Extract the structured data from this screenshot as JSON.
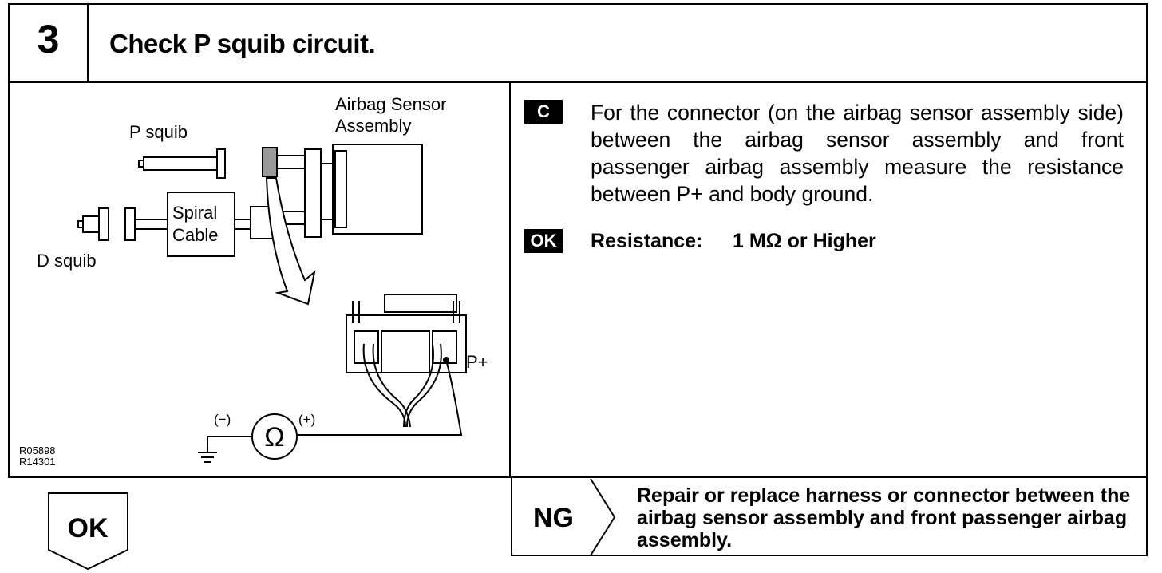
{
  "step": {
    "number": "3",
    "title": "Check P squib circuit."
  },
  "diagram": {
    "labels": {
      "airbag_sensor_line1": "Airbag Sensor",
      "airbag_sensor_line2": "Assembly",
      "p_squib": "P squib",
      "d_squib": "D squib",
      "spiral_line1": "Spiral",
      "spiral_line2": "Cable",
      "p_plus": "P+",
      "neg": "(−)",
      "pos": "(+)",
      "ohm": "Ω"
    },
    "figure_codes": [
      "R05898",
      "R14301"
    ]
  },
  "instruction": {
    "badge": "C",
    "text": "For the connector (on the airbag sensor assembly side) between the airbag sensor assembly and front passenger airbag assembly measure the resistance between P+ and body ground."
  },
  "ok_spec": {
    "badge": "OK",
    "label": "Resistance:",
    "value": "1 MΩ or Higher"
  },
  "ng": {
    "label": "NG",
    "action": "Repair or replace harness or connector between the airbag sensor assembly and front passenger airbag assembly."
  },
  "ok_flow": {
    "label": "OK"
  }
}
